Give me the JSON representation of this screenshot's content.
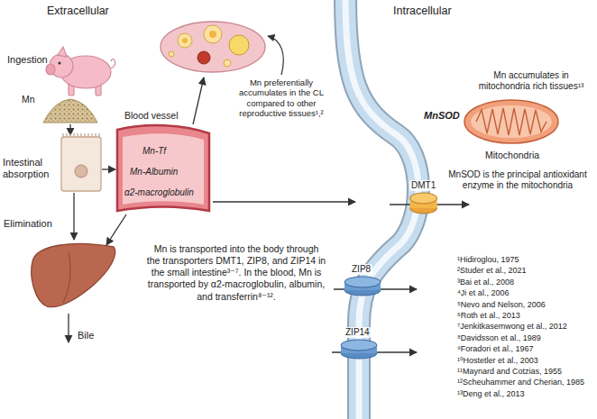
{
  "diagram": {
    "nodes": [
      {
        "text": [
          "Blood vessel",
          "Mn-Tf",
          "Mn-Albumin",
          "α2-macroglobulin"
        ]
      },
      {
        "text": [
          "MnSOD",
          "Mitochondria"
        ]
      },
      {
        "text": [
          "DMT1"
        ]
      },
      {
        "text": [
          "ZIP8"
        ]
      },
      {
        "text": [
          "ZIP14"
        ]
      }
    ],
    "labels": [
      "Extracellular",
      "Intracellular",
      "Ingestion",
      "Mn",
      "Intestinal absorption",
      "Elimination",
      "Bile",
      "Mn preferentially accumulates in the CL compared to other reproductive tissues¹,²",
      "Mn is transported into the body through the transporters DMT1, ZIP8, and ZIP14 in the small intestine³⁻⁷. In the blood, Mn is transported by α2-macroglobulin, albumin, and transferrin⁸⁻¹².",
      "Mn accumulates in mitochondria rich tissues¹³",
      "MnSOD is the principal antioxidant enzyme in the mitochondria",
      "¹Hidiroglou, 1975",
      "²Studer et al., 2021",
      "³Bai et al., 2008",
      "⁴Ji et al., 2006",
      "⁵Nevo and Nelson, 2006",
      "⁶Roth et al., 2013",
      "⁷Jenkitkasemwong et al., 2012",
      "⁸Davidsson et al., 1989",
      "⁹Foradori et al., 1967",
      "¹⁰Hostetler et al., 2003",
      "¹¹Maynard and Cotzias, 1955",
      "¹²Scheuhammer and Cherian, 1985",
      "¹³Deng et al., 2013"
    ]
  }
}
